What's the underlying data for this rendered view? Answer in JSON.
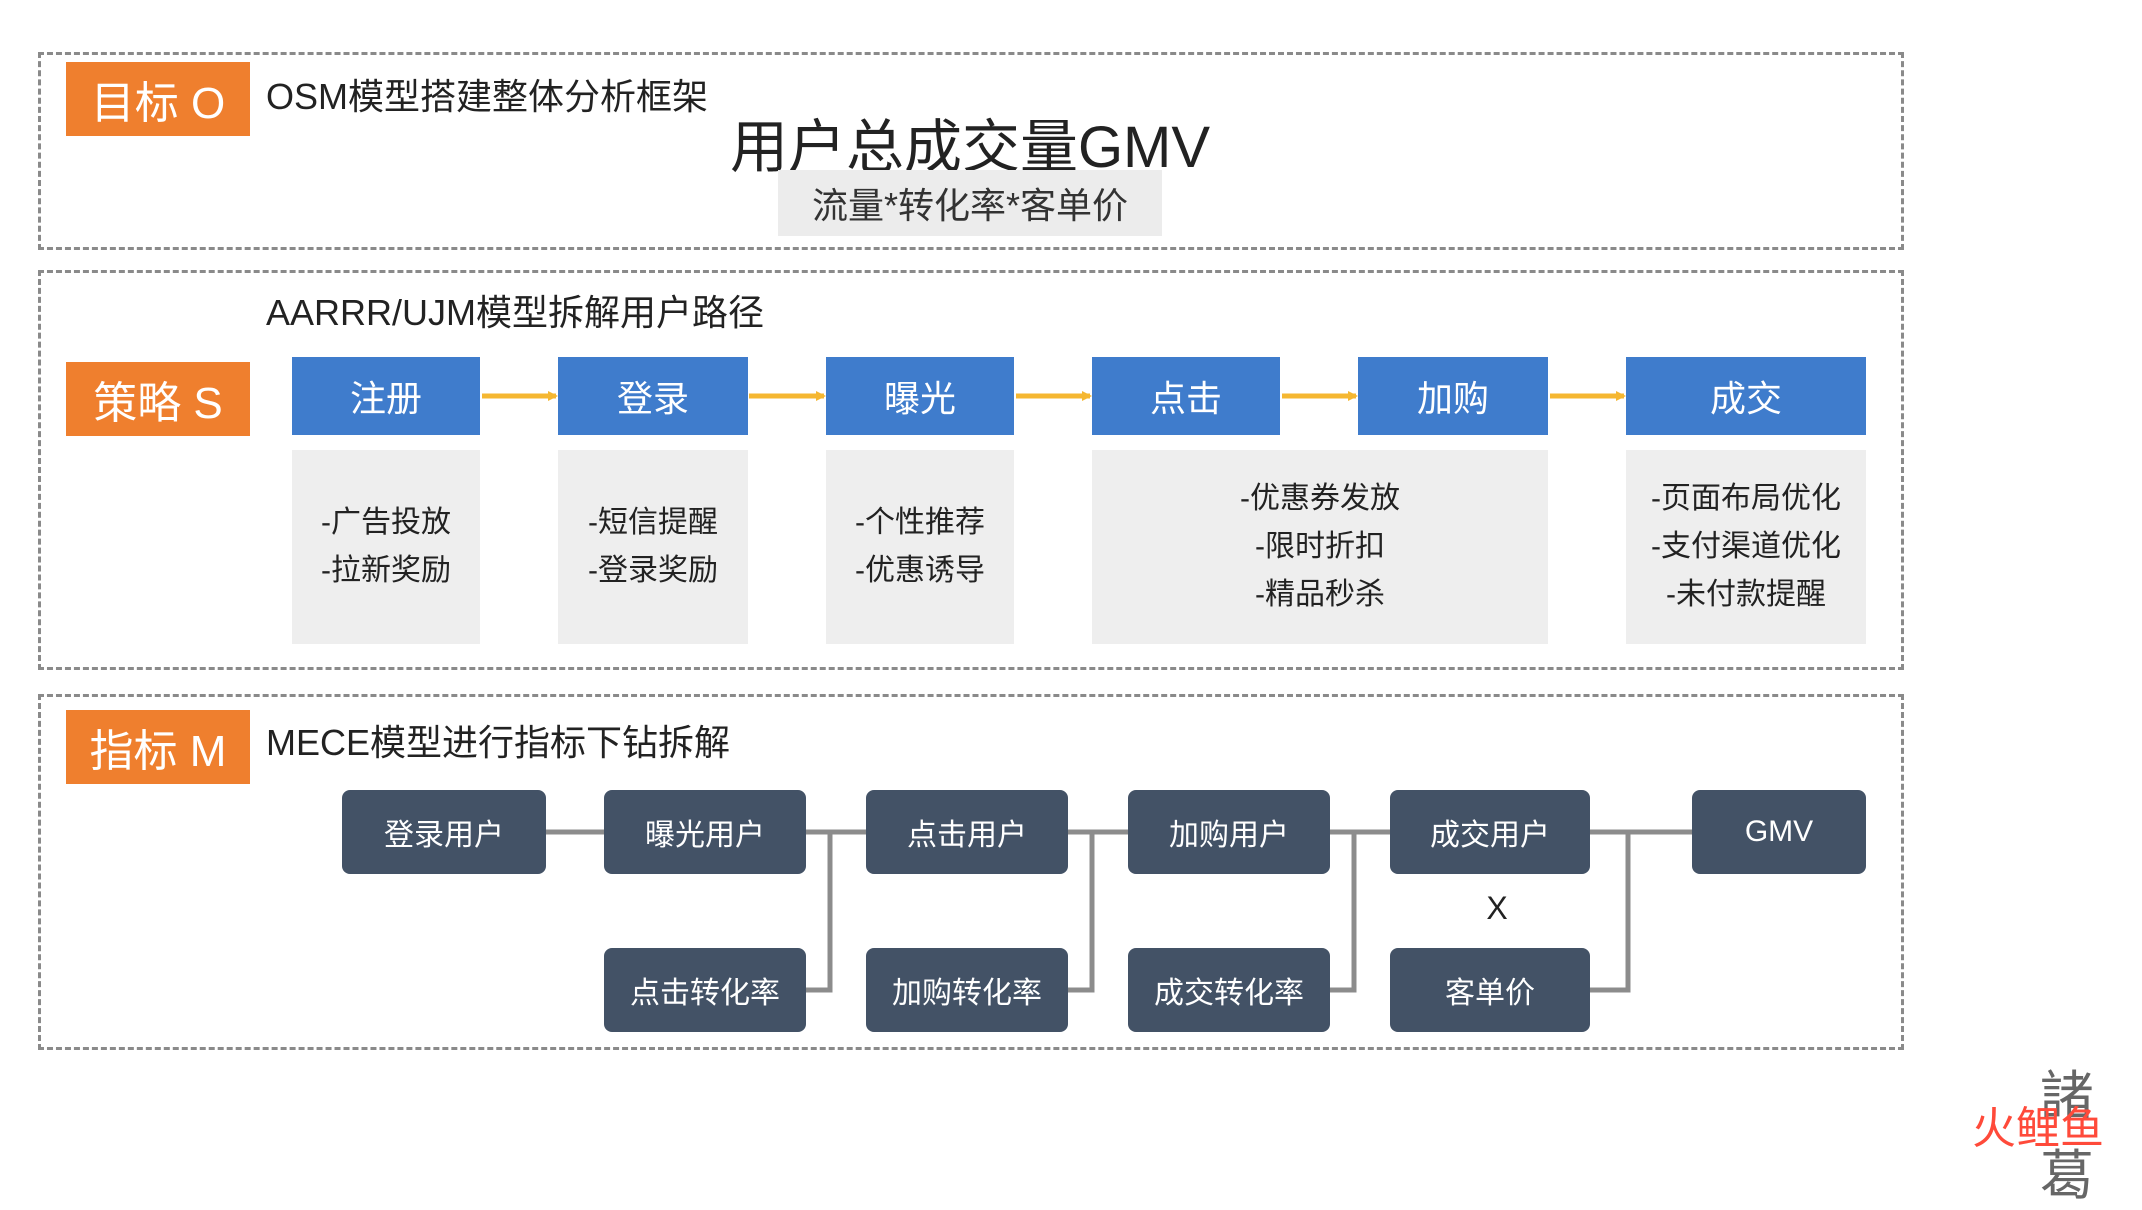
{
  "goal": {
    "tag": "目标 O",
    "subtitle": "OSM模型搭建整体分析框架",
    "title": "用户总成交量GMV",
    "formula": "流量*转化率*客单价"
  },
  "strategy": {
    "tag": "策略 S",
    "subtitle": "AARRR/UJM模型拆解用户路径",
    "steps": [
      "注册",
      "登录",
      "曝光",
      "点击",
      "加购",
      "成交"
    ],
    "tactics": [
      [
        "-广告投放",
        "-拉新奖励"
      ],
      [
        "-短信提醒",
        "-登录奖励"
      ],
      [
        "-个性推荐",
        "-优惠诱导"
      ],
      [
        "-优惠券发放",
        "-限时折扣",
        "-精品秒杀"
      ],
      [
        "-页面布局优化",
        "-支付渠道优化",
        "-未付款提醒"
      ]
    ],
    "colors": {
      "step": "#3f7ccc",
      "arrow": "#f5b731",
      "tactic_bg": "#eeeeee"
    }
  },
  "metrics": {
    "tag": "指标 M",
    "subtitle": "MECE模型进行指标下钻拆解",
    "top_row": [
      "登录用户",
      "曝光用户",
      "点击用户",
      "加购用户",
      "成交用户",
      "GMV"
    ],
    "bottom_row": [
      "点击转化率",
      "加购转化率",
      "成交转化率",
      "客单价"
    ],
    "operator": "X",
    "colors": {
      "node": "#435266",
      "connector": "#8c8c8c"
    }
  },
  "colors": {
    "tag": "#ef7f2e",
    "border": "#8a8a8a"
  },
  "watermark": {
    "top": "諸葛",
    "bottom": "火鲤鱼"
  }
}
